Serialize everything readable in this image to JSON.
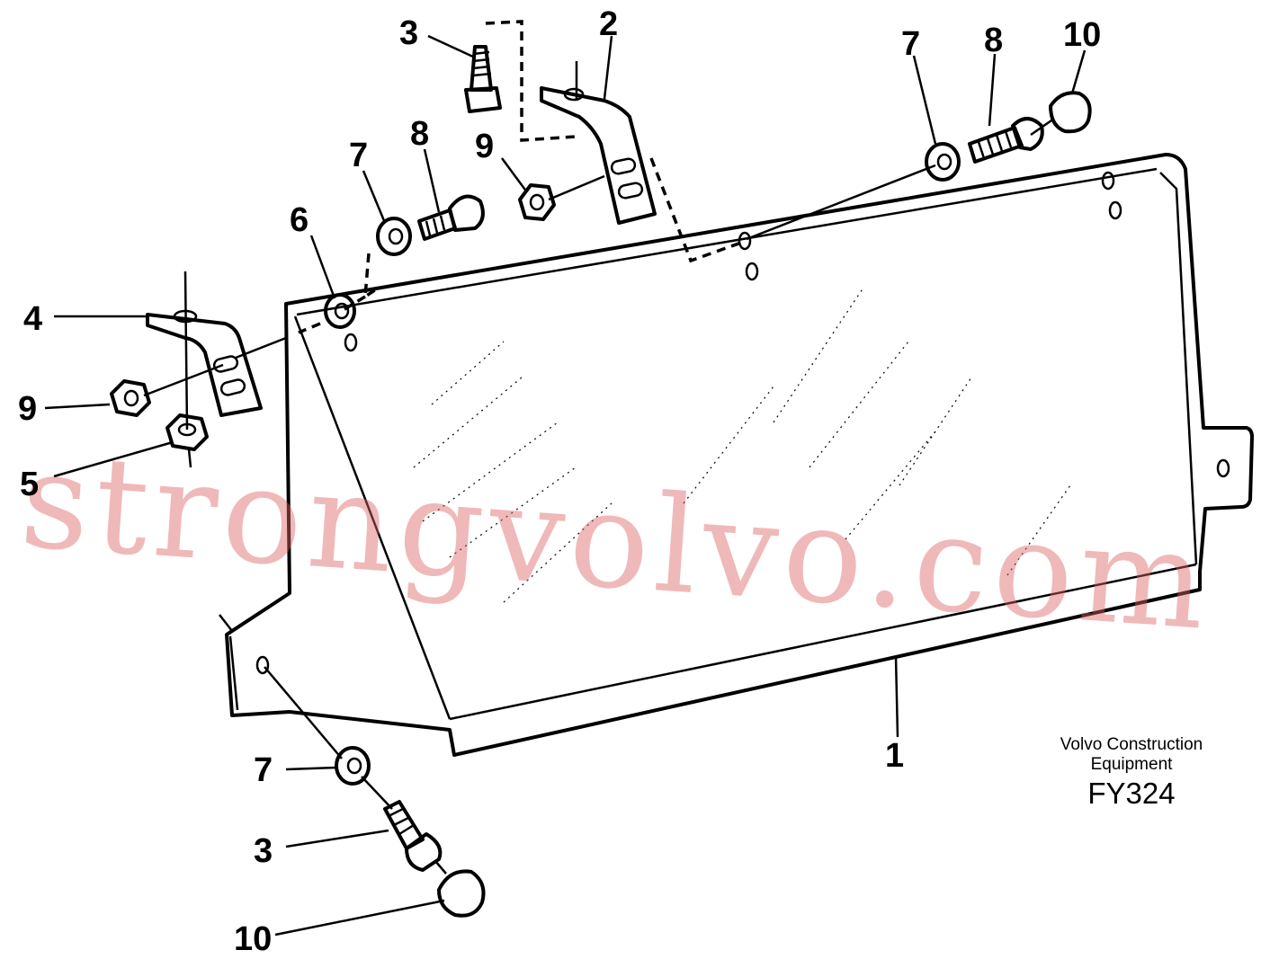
{
  "callouts": {
    "c1": "1",
    "c2": "2",
    "c3_top": "3",
    "c3_bottom": "3",
    "c4": "4",
    "c5": "5",
    "c6": "6",
    "c7_mid": "7",
    "c7_right": "7",
    "c7_bottom": "7",
    "c8_mid": "8",
    "c8_right": "8",
    "c9_left": "9",
    "c9_mid": "9",
    "c10_right": "10",
    "c10_bottom": "10"
  },
  "watermark": "strongvolvo.com",
  "credit": {
    "line1": "Volvo Construction",
    "line2": "Equipment",
    "code": "FY324"
  }
}
